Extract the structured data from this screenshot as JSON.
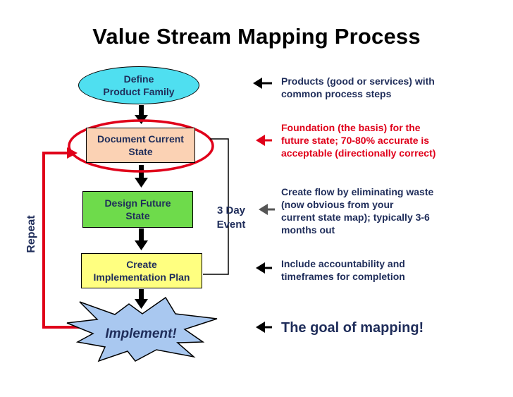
{
  "title": "Value Stream Mapping Process",
  "steps": [
    {
      "label": "Define\nProduct Family",
      "color": "#4fdff0"
    },
    {
      "label": "Document Current\nState",
      "color": "#fbd2b4"
    },
    {
      "label": "Design Future\nState",
      "color": "#6edb4b"
    },
    {
      "label": "Create\nImplementation Plan",
      "color": "#ffff80"
    },
    {
      "label": "Implement!",
      "color": "#a9c8f0"
    }
  ],
  "notes": [
    {
      "text": "Products (good or services) with\ncommon process steps",
      "color": "#1f2d5a"
    },
    {
      "text": "Foundation (the basis) for the\nfuture state; 70-80% accurate is\nacceptable (directionally correct)",
      "color": "#e0001a"
    },
    {
      "text": "Create flow by eliminating waste\n(now obvious from your\ncurrent state map); typically 3-6\nmonths out",
      "color": "#1f2d5a"
    },
    {
      "text": "Include accountability and\ntimeframes for completion",
      "color": "#1f2d5a"
    },
    {
      "text": "The goal of mapping!",
      "color": "#1f2d5a"
    }
  ],
  "bracket_label": "3 Day\nEvent",
  "repeat_label": "Repeat",
  "colors": {
    "text": "#1f2d5a",
    "highlight": "#e0001a",
    "arrow_gray": "#555555"
  }
}
